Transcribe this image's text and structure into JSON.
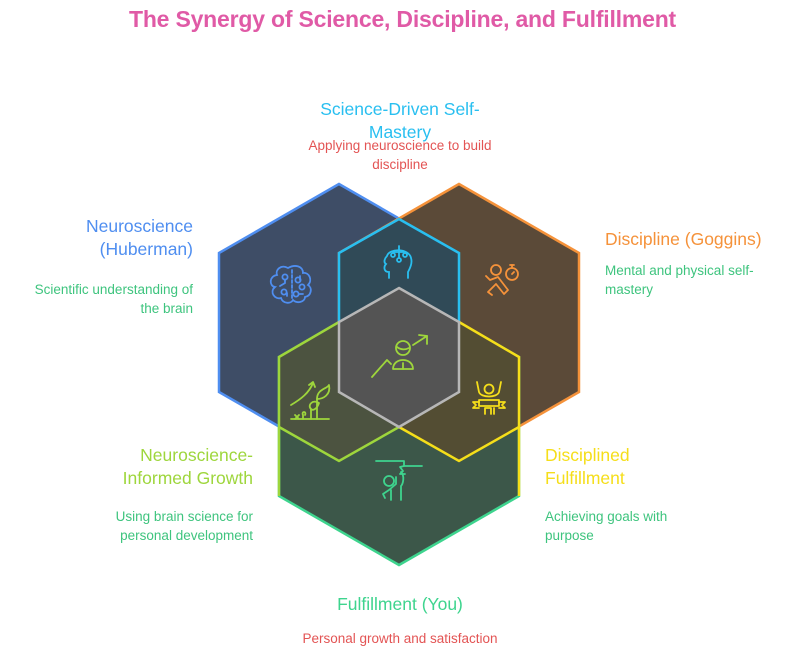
{
  "title": "The Synergy of Science, Discipline, and Fulfillment",
  "colors": {
    "title": "#e05aa6",
    "neuroscience": "#4f8ef0",
    "discipline": "#f5923a",
    "science_driven": "#29bff0",
    "core": "#b7b7b7",
    "neuro_growth": "#9ed63c",
    "disciplined_fulfillment": "#f5de1a",
    "fulfillment": "#3ed48e",
    "desc_red": "#e35454",
    "desc_green": "#3ec47e"
  },
  "sets": {
    "neuroscience": {
      "label": "Neuroscience (Huberman)",
      "label_lines": [
        "Neuroscience",
        "(Huberman)"
      ],
      "description_lines": [
        "Scientific understanding of",
        "the brain"
      ],
      "icon": "brain-circuit-icon"
    },
    "discipline": {
      "label": "Discipline (Goggins)",
      "label_lines": [
        "Discipline (Goggins)"
      ],
      "description_lines": [
        "Mental and physical self-",
        "mastery"
      ],
      "icon": "runner-stopwatch-icon"
    },
    "fulfillment": {
      "label": "Fulfillment (You)",
      "label_lines": [
        "Fulfillment (You)"
      ],
      "description_lines": [
        "Personal growth and satisfaction"
      ],
      "icon": "person-climbing-icon"
    }
  },
  "intersections": {
    "science_driven": {
      "label": "Science-Driven Self-Mastery",
      "label_lines": [
        "Science-Driven Self-",
        "Mastery"
      ],
      "description_lines": [
        "Applying neuroscience to build",
        "discipline"
      ],
      "icon": "head-balance-icon"
    },
    "neuro_growth": {
      "label": "Neuroscience-Informed Growth",
      "label_lines": [
        "Neuroscience-",
        "Informed Growth"
      ],
      "description_lines": [
        "Using brain science for",
        "personal development"
      ],
      "icon": "plant-growth-icon"
    },
    "disciplined_fulfillment": {
      "label": "Disciplined Fulfillment",
      "label_lines": [
        "Disciplined",
        "Fulfillment"
      ],
      "description_lines": [
        "Achieving goals with",
        "purpose"
      ],
      "icon": "celebrating-person-banner-icon"
    },
    "core": {
      "label": "",
      "icon": "person-growth-arrow-icon"
    }
  }
}
